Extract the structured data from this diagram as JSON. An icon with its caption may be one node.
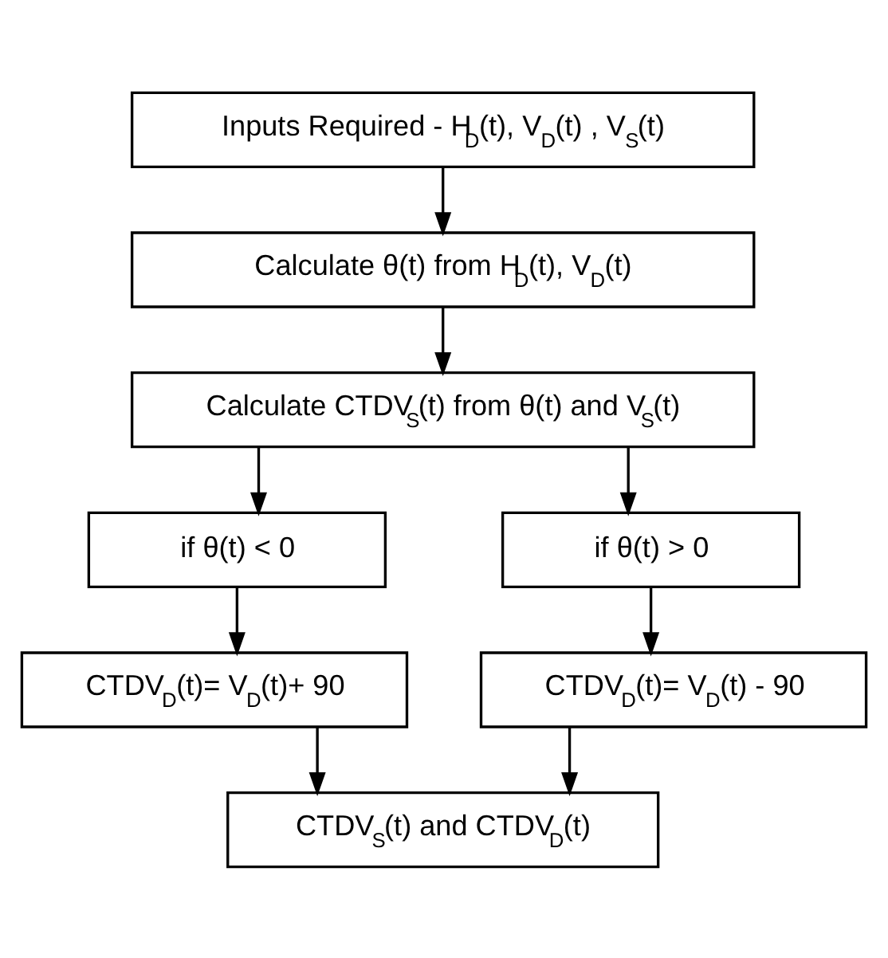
{
  "diagram": {
    "nodes": [
      {
        "text": [
          "Inputs Required - H$_{D}$(t), V$_{D}$(t) , V$_{S}$(t)"
        ]
      },
      {
        "text": [
          "Calculate θ(t) from H$_{D}$(t), V$_{D}$(t)"
        ]
      },
      {
        "text": [
          "Calculate CTDV$_{S}$(t) from θ(t) and V$_{S}$(t)"
        ]
      },
      {
        "text": [
          "if θ(t) < 0"
        ]
      },
      {
        "text": [
          "if θ(t) > 0"
        ]
      },
      {
        "text": [
          "CTDV$_{D}$(t)= V$_{D}$(t)+ 90"
        ]
      },
      {
        "text": [
          "CTDV$_{D}$(t)= V$_{D}$(t) - 90"
        ]
      },
      {
        "text": [
          "CTDV$_{S}$(t) and CTDV$_{D}$(t)"
        ]
      }
    ],
    "edges": [
      {
        "from": 0,
        "to": 1,
        "arrow": "to"
      },
      {
        "from": 1,
        "to": 2,
        "arrow": "to"
      },
      {
        "from": 2,
        "to": 3,
        "arrow": "to"
      },
      {
        "from": 2,
        "to": 4,
        "arrow": "to"
      },
      {
        "from": 3,
        "to": 5,
        "arrow": "to"
      },
      {
        "from": 4,
        "to": 6,
        "arrow": "to"
      },
      {
        "from": 5,
        "to": 7,
        "arrow": "to"
      },
      {
        "from": 6,
        "to": 7,
        "arrow": "to"
      }
    ]
  }
}
